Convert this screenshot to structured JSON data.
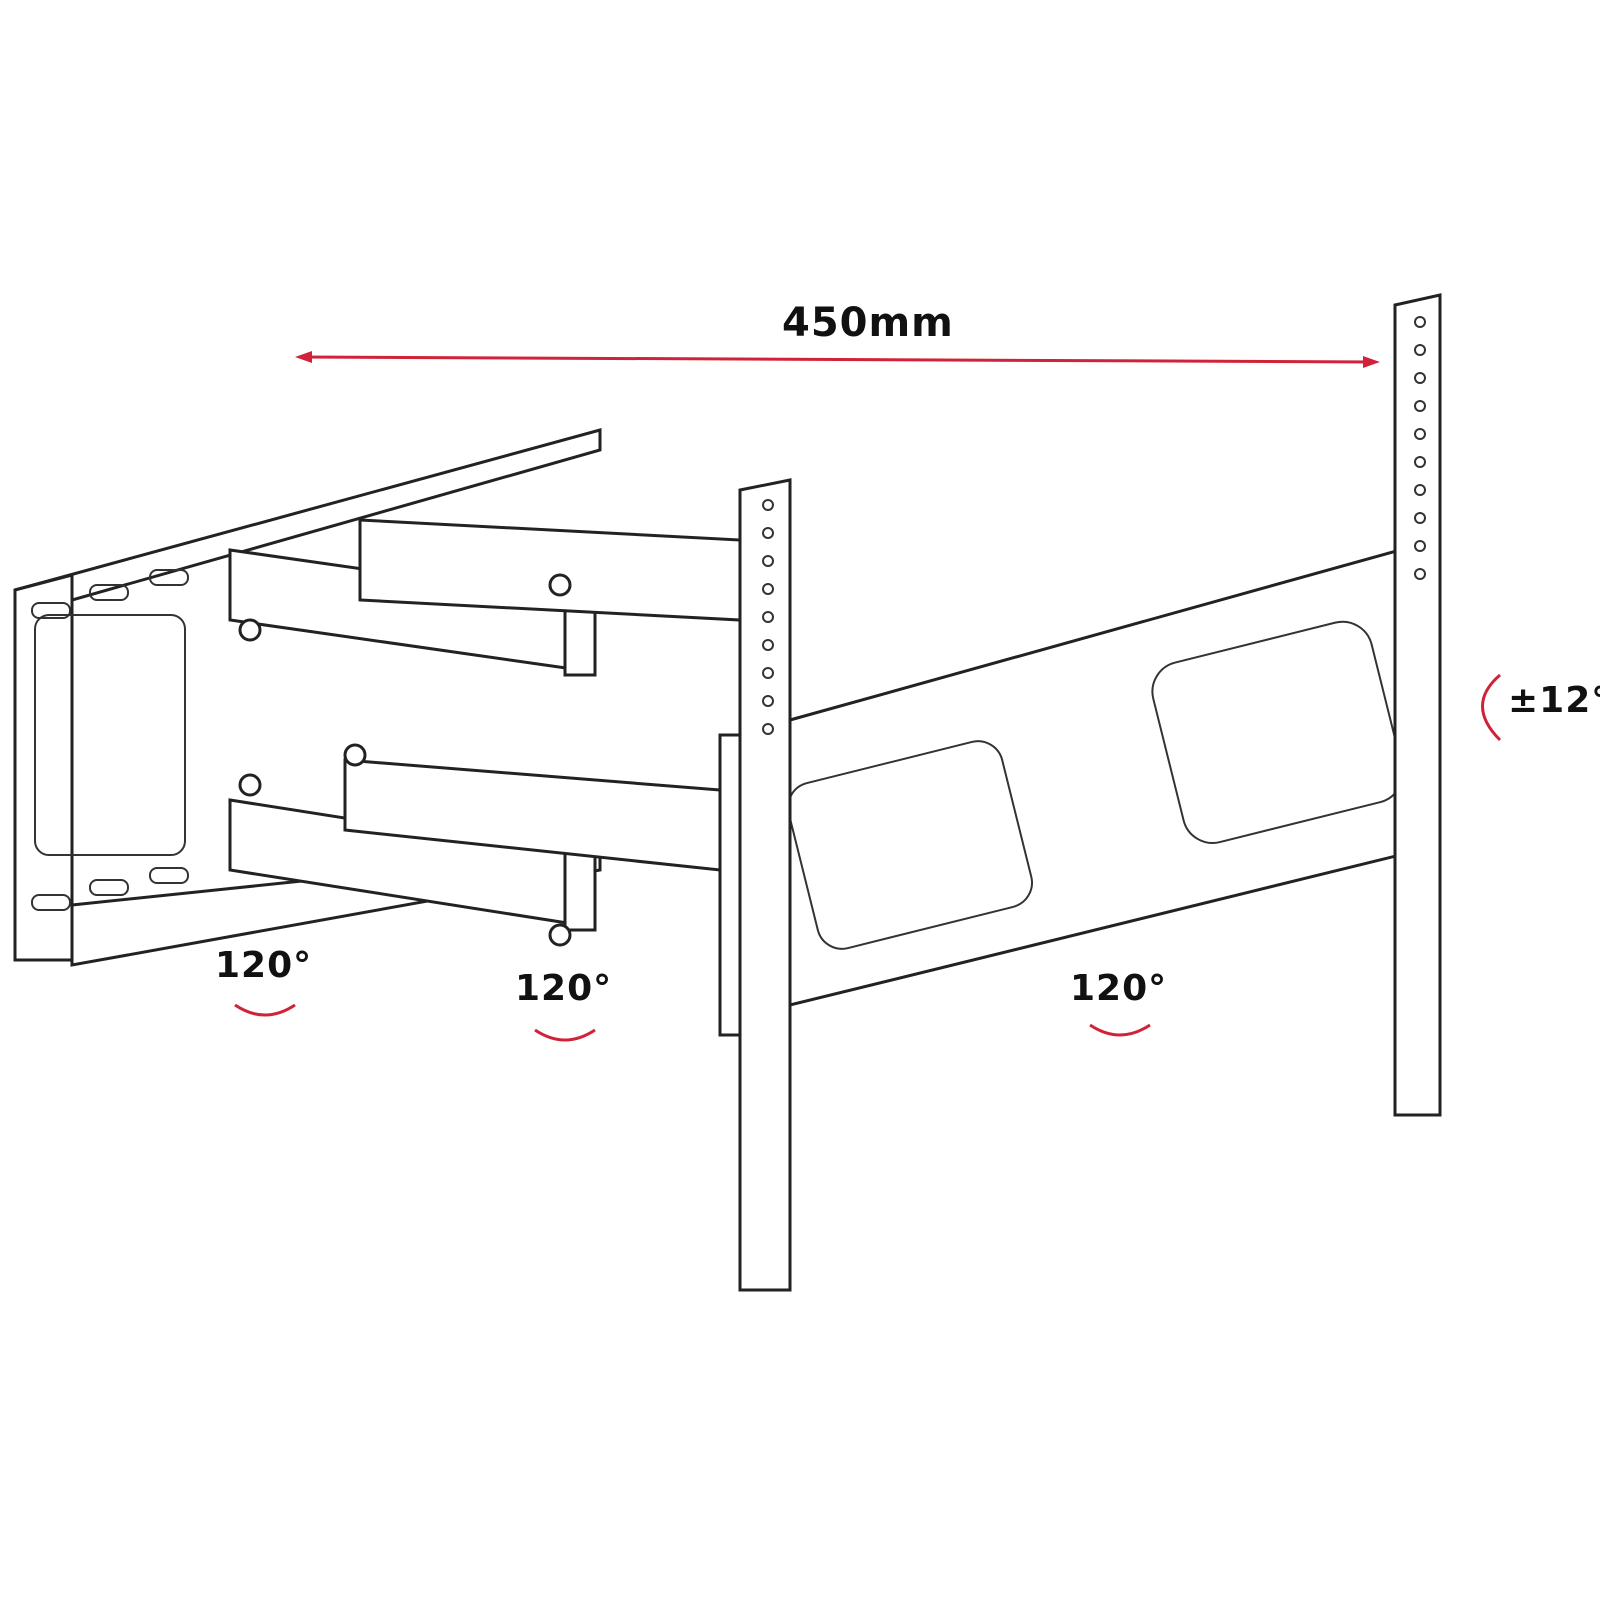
{
  "title": "Full-motion TV wall mount diagram",
  "dimension_label": "450mm",
  "tilt_label": "±12°",
  "swivel_labels": [
    "120°",
    "120°",
    "120°"
  ],
  "colors": {
    "accent": "#d0233a",
    "line": "#222222"
  }
}
